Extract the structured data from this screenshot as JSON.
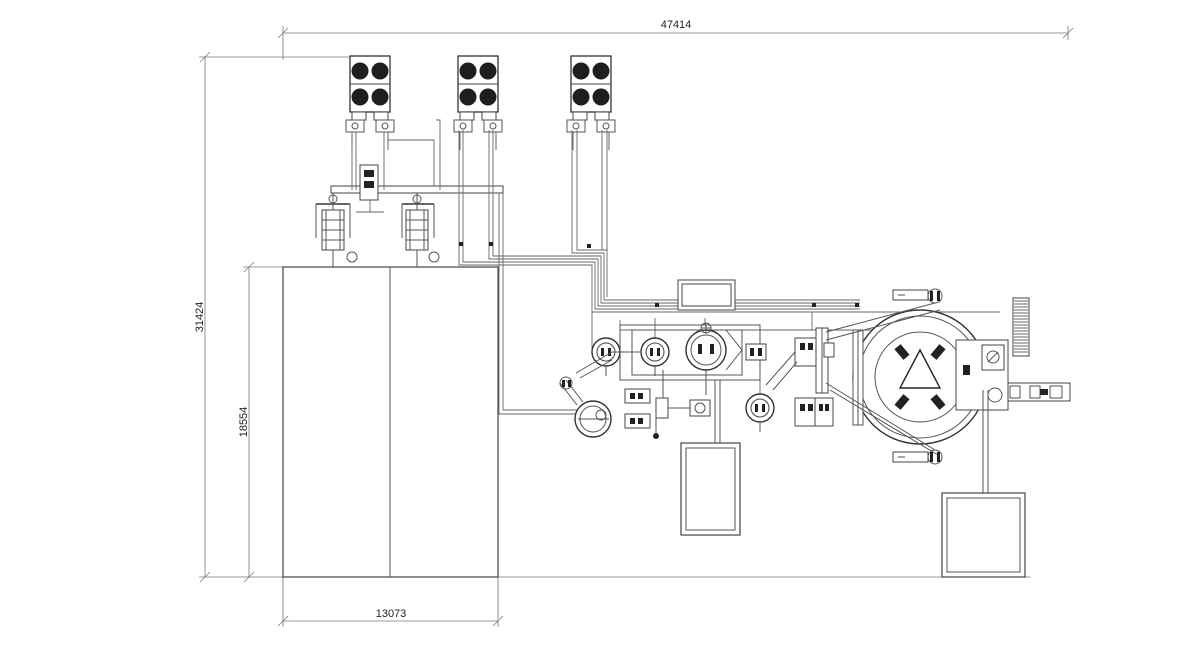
{
  "dimensions": {
    "overall_width": "47414",
    "overall_height": "31424",
    "tank_height": "18554",
    "tank_width": "13073"
  }
}
